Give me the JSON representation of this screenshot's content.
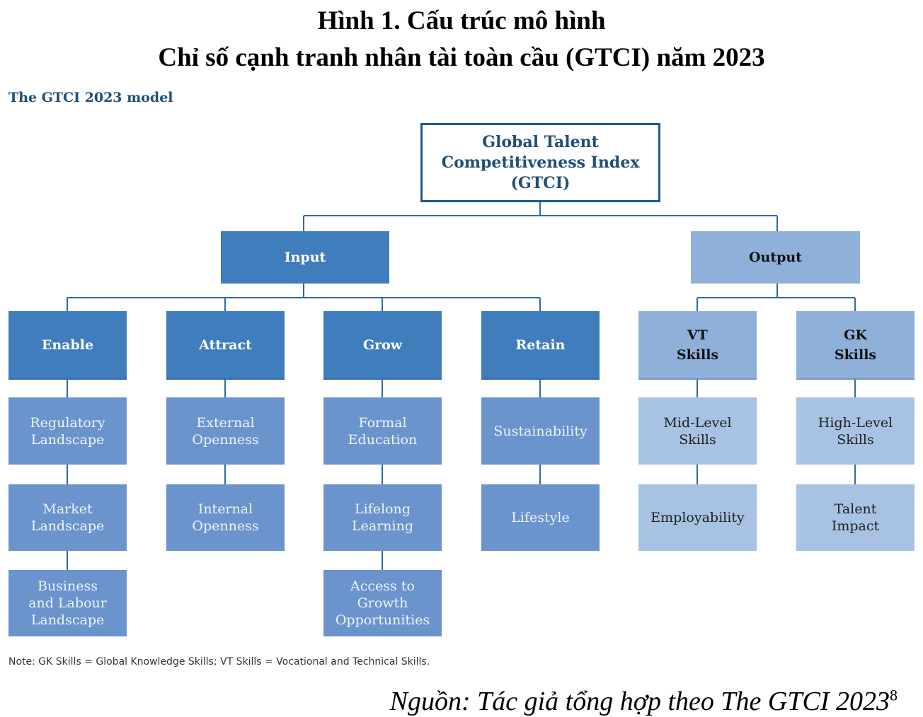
{
  "figure_title_line1": "Hình 1. Cấu trúc mô hình",
  "figure_title_line2": "Chỉ số cạnh tranh nhân tài toàn cầu (GTCI) năm 2023",
  "model_title": "The GTCI 2023 model",
  "root": "Global Talent\nCompetitiveness Index\n(GTCI)",
  "input": "Input",
  "output": "Output",
  "pillars": {
    "enable": "Enable",
    "attract": "Attract",
    "grow": "Grow",
    "retain": "Retain",
    "vt": "VT\nSkills",
    "gk": "GK\nSkills"
  },
  "sub": {
    "enable": [
      "Regulatory\nLandscape",
      "Market\nLandscape",
      "Business\nand Labour\nLandscape"
    ],
    "attract": [
      "External\nOpenness",
      "Internal\nOpenness"
    ],
    "grow": [
      "Formal\nEducation",
      "Lifelong\nLearning",
      "Access to\nGrowth\nOpportunities"
    ],
    "retain": [
      "Sustainability",
      "Lifestyle"
    ],
    "vt": [
      "Mid-Level\nSkills",
      "Employability"
    ],
    "gk": [
      "High-Level\nSkills",
      "Talent\nImpact"
    ]
  },
  "note": "Note: GK Skills = Global Knowledge Skills; VT Skills = Vocational and Technical Skills.",
  "source_text": "Nguồn: Tác giả tổng hợp theo The GTCI 2023",
  "source_footnote": "8",
  "colors": {
    "input_dark": "#3f7dbd",
    "input_light": "#6a94cb",
    "output_dark": "#8fb1d9",
    "output_light": "#a7c2e3",
    "line": "#2f6aa8"
  }
}
